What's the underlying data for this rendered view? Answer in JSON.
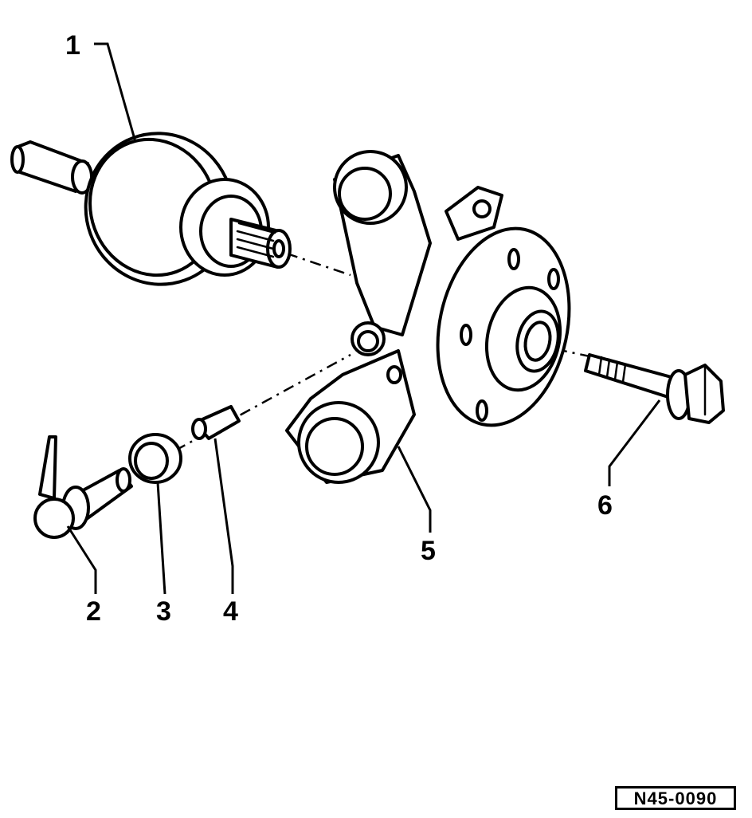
{
  "callouts": {
    "c1": "1",
    "c2": "2",
    "c3": "3",
    "c4": "4",
    "c5": "5",
    "c6": "6"
  },
  "reference_code": "N45-0090"
}
